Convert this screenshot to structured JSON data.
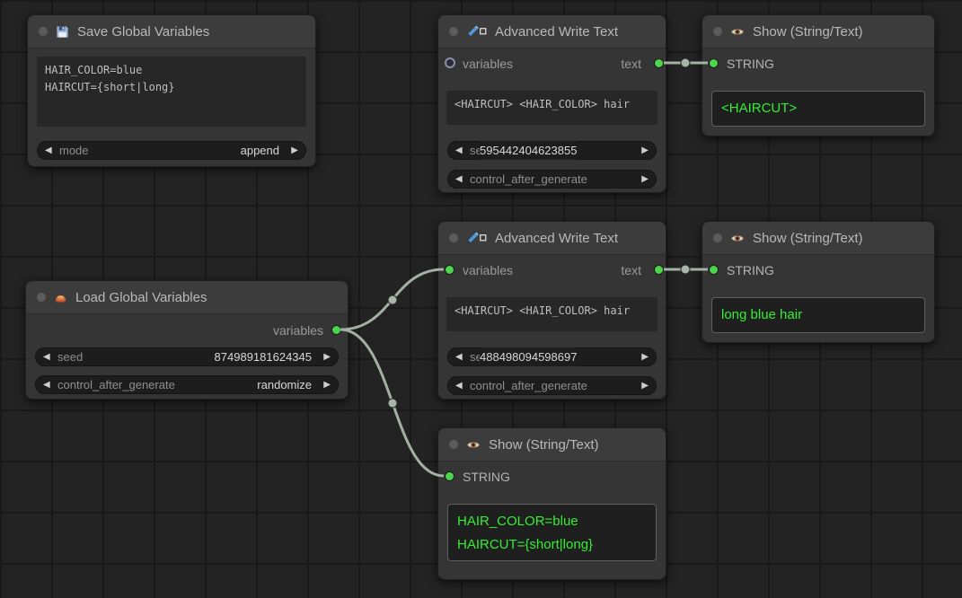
{
  "icons": {
    "left": "◀",
    "right": "▶"
  },
  "nodes": {
    "save": {
      "title": "Save Global Variables",
      "content": "HAIR_COLOR=blue\nHAIRCUT={short|long}",
      "widgets": {
        "mode": {
          "label": "mode",
          "value": "append"
        }
      }
    },
    "awt1": {
      "title": "Advanced Write Text",
      "ports": {
        "variables": "variables",
        "text": "text"
      },
      "content": "<HAIRCUT> <HAIR_COLOR> hair",
      "widgets": {
        "seed": {
          "label": "seed",
          "value": "595442404623855"
        },
        "control": {
          "label": "control_after_generate",
          "value": ""
        }
      }
    },
    "show1": {
      "title": "Show (String/Text)",
      "ports": {
        "string": "STRING"
      },
      "value": "<HAIRCUT>"
    },
    "awt2": {
      "title": "Advanced Write Text",
      "ports": {
        "variables": "variables",
        "text": "text"
      },
      "content": "<HAIRCUT> <HAIR_COLOR> hair",
      "widgets": {
        "seed": {
          "label": "seed",
          "value": "488498094598697"
        },
        "control": {
          "label": "control_after_generate",
          "value": ""
        }
      }
    },
    "show2": {
      "title": "Show (String/Text)",
      "ports": {
        "string": "STRING"
      },
      "value": "long blue hair"
    },
    "load": {
      "title": "Load Global Variables",
      "ports": {
        "variables": "variables"
      },
      "widgets": {
        "seed": {
          "label": "seed",
          "value": "874989181624345"
        },
        "control": {
          "label": "control_after_generate",
          "value": "randomize"
        }
      }
    },
    "show3": {
      "title": "Show (String/Text)",
      "ports": {
        "string": "STRING"
      },
      "value": "HAIR_COLOR=blue\nHAIRCUT={short|long}"
    }
  }
}
